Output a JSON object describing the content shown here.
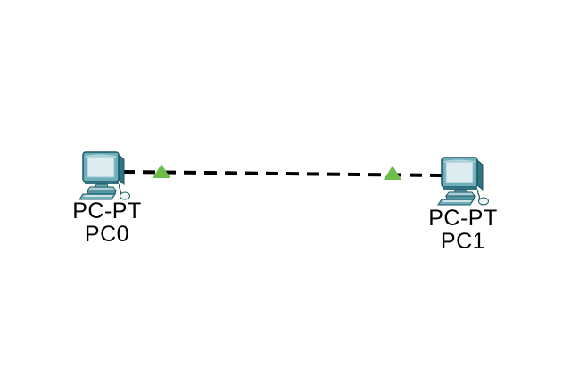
{
  "workspace": {
    "background_color": "#ffffff"
  },
  "devices": [
    {
      "model": "PC-PT",
      "name": "PC0",
      "icon": "desktop-pc-icon"
    },
    {
      "model": "PC-PT",
      "name": "PC1",
      "icon": "desktop-pc-icon"
    }
  ],
  "link": {
    "endpoints": [
      "PC0",
      "PC1"
    ],
    "line_style": "dashed",
    "line_color": "#000000",
    "status": "up",
    "status_indicator": "green-up-triangle",
    "status_arrow_color": "#6cbe4b"
  },
  "colors": {
    "pc_body": "#6fafbc",
    "pc_body_dark": "#2f7585",
    "pc_base_light": "#a7ced6",
    "pc_screen": "#dcecf0",
    "pc_outline": "#1f5561",
    "label_text": "#000000"
  }
}
